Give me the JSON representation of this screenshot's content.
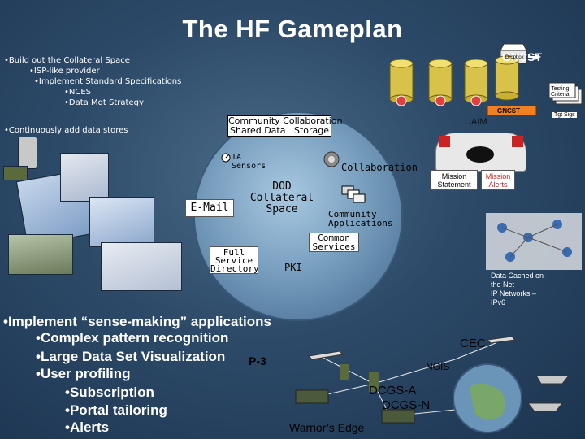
{
  "title": "The HF Gameplan",
  "top_left_bullets": [
    "•Build out the Collateral Space",
    "•ISP-like provider",
    "•Implement Standard Specifications",
    "•NCES",
    "•Data Mgt Strategy"
  ],
  "continuous_bullet": "•Continuously add data stores",
  "gncst_label": "GNCST",
  "gncst_small_label": "GNCST",
  "uaim_label": "UAIM",
  "tgt_sigs_label": "Tgt Sigs",
  "testing_criteria_label": "Testing\nCriteria",
  "drop_label": "Dropbox",
  "collab_banner": "Community Collaboration\nShared Data   Storage",
  "ia_sensors": "IA\nSensors",
  "collaboration": "Collaboration",
  "dod_collateral": "DOD\nCollateral\nSpace",
  "email": "E-Mail",
  "community_apps": "Community\nApplications",
  "common_services": "Common\nServices",
  "full_service_directory": "Full\nService\nDirectory",
  "pki": "PKI",
  "mission_statement": "Mission\nStatement",
  "mission_alerts": "Mission\nAlerts",
  "data_cached": "Data Cached on\nthe Net\nIP Networks –\nIPv6",
  "sense_making_bullets": [
    "•Implement “sense-making” applications",
    "•Complex  pattern recognition",
    "•Large Data Set Visualization",
    "•User profiling",
    "•Subscription",
    "•Portal tailoring",
    "•Alerts"
  ],
  "p3": "P-3",
  "cec": "CEC",
  "ngis": "NGIS",
  "dcgs_a": "DCGS-A",
  "dcgs_n": "DCGS-N",
  "warriors_edge": "Warrior’s Edge",
  "colors": {
    "background": "#2c4a68",
    "cylinder": "#d8c24a",
    "cylinder_top": "#f0e070",
    "red": "#cc2222",
    "globe": "#6a94b8"
  }
}
